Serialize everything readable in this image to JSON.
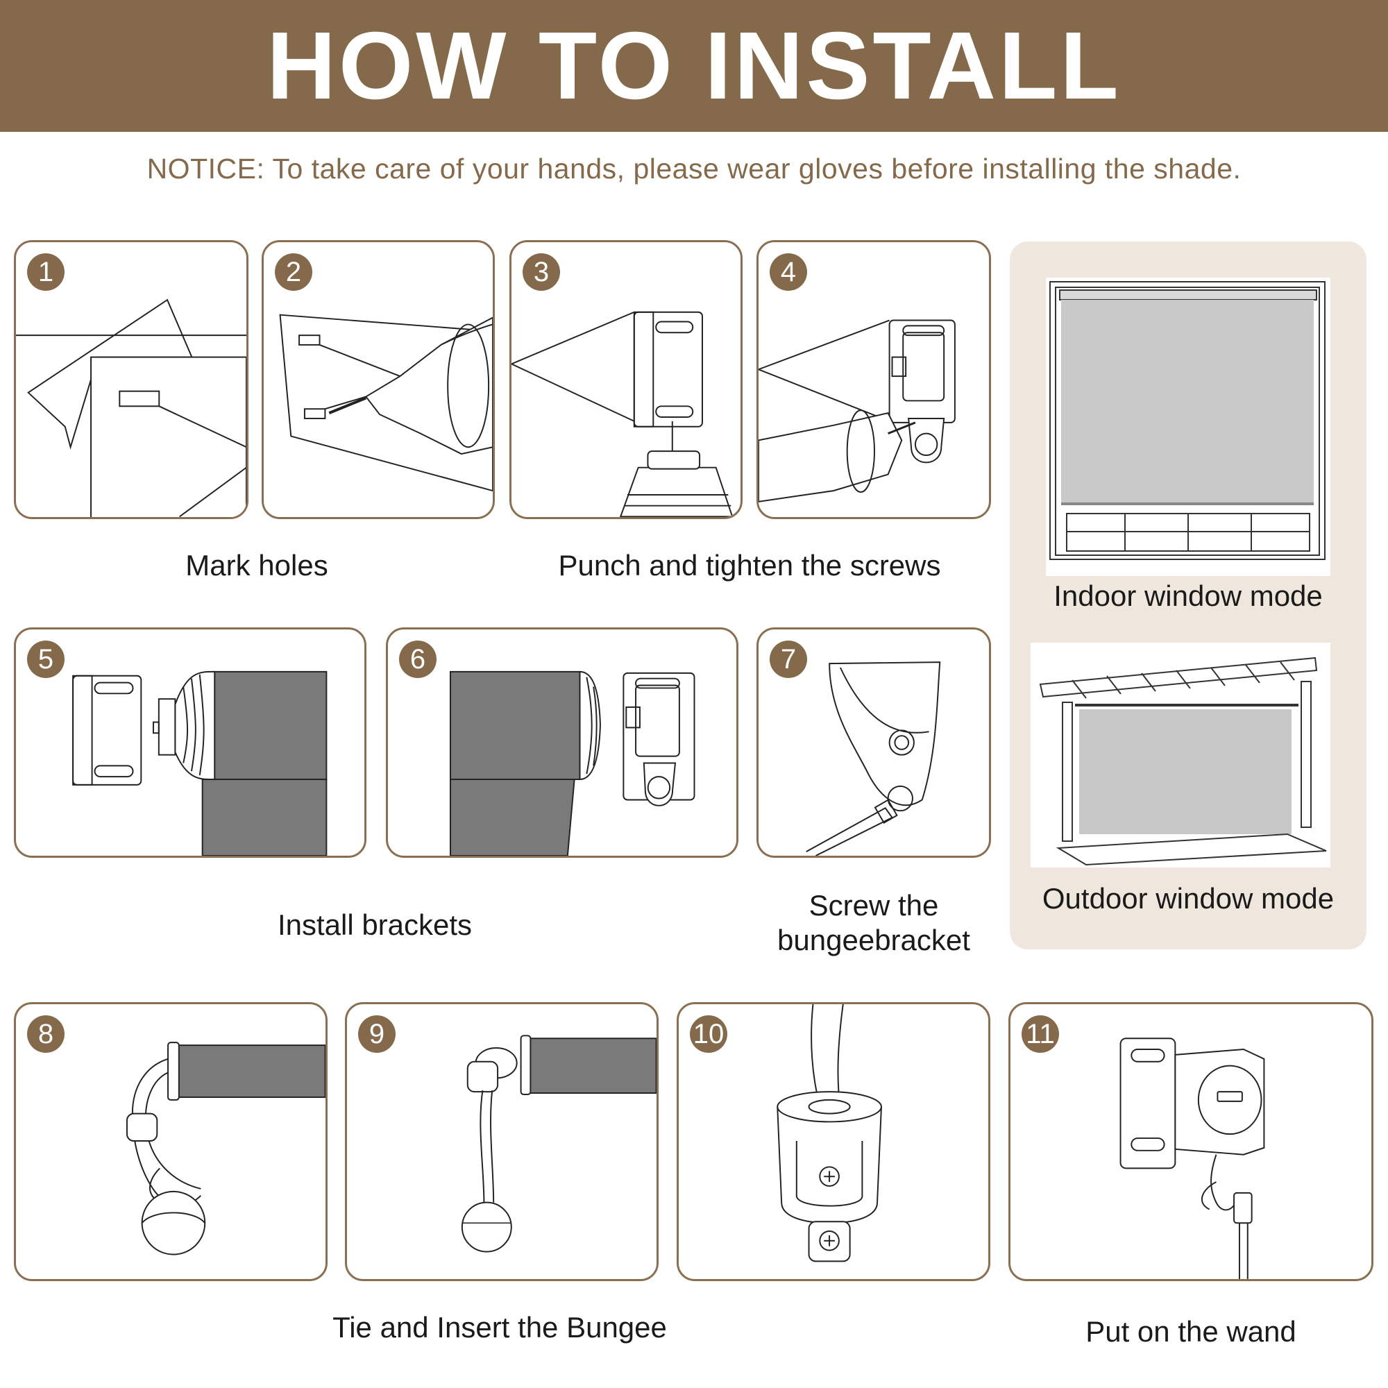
{
  "header": {
    "title": "HOW TO INSTALL"
  },
  "notice": "NOTICE: To take care of your hands, please wear gloves before installing the shade.",
  "steps": [
    "1",
    "2",
    "3",
    "4",
    "5",
    "6",
    "7",
    "8",
    "9",
    "10",
    "11"
  ],
  "captions": {
    "mark_holes": "Mark holes",
    "punch": "Punch and tighten the screws",
    "install_brackets": "Install brackets",
    "screw_bungee_line1": "Screw the",
    "screw_bungee_line2": "bungeebracket",
    "tie_bungee": "Tie and Insert the Bungee",
    "wand": "Put on the wand"
  },
  "modes": {
    "indoor": "Indoor window mode",
    "outdoor": "Outdoor window mode"
  },
  "colors": {
    "brand": "#85694b",
    "side_bg": "#efe7de",
    "fabric": "#7a7a7a"
  }
}
